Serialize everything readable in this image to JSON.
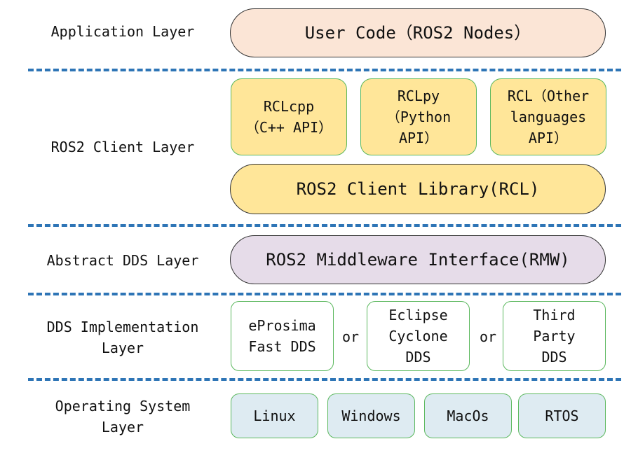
{
  "layers": {
    "application": "Application Layer",
    "client": "ROS2 Client Layer",
    "abstract_dds": "Abstract DDS Layer",
    "dds_impl": "DDS Implementation\nLayer",
    "os": "Operating System\nLayer"
  },
  "application": {
    "user_code": "User Code（ROS2 Nodes）"
  },
  "client": {
    "rclcpp": "RCLcpp\n（C++ API）",
    "rclpy": "RCLpy\n（Python\nAPI）",
    "rcl_other": "RCL（Other\nlanguages\nAPI）",
    "rcl_library": "ROS2 Client Library(RCL)"
  },
  "abstract_dds": {
    "rmw": "ROS2 Middleware Interface(RMW)"
  },
  "dds_impl": {
    "fast_dds": "eProsima\nFast DDS",
    "or_1": "or",
    "cyclone_dds": "Eclipse\nCyclone\nDDS",
    "or_2": "or",
    "third_party_dds": "Third\nParty\nDDS"
  },
  "os": {
    "linux": "Linux",
    "windows": "Windows",
    "macos": "MacOs",
    "rtos": "RTOS"
  },
  "colors": {
    "divider": "#2E75B6",
    "application": "#FBE5D6",
    "client": "#FFE699",
    "abstract_dds": "#E6DCE9",
    "os": "#DEEBF2",
    "green_border": "#5BB85E"
  }
}
